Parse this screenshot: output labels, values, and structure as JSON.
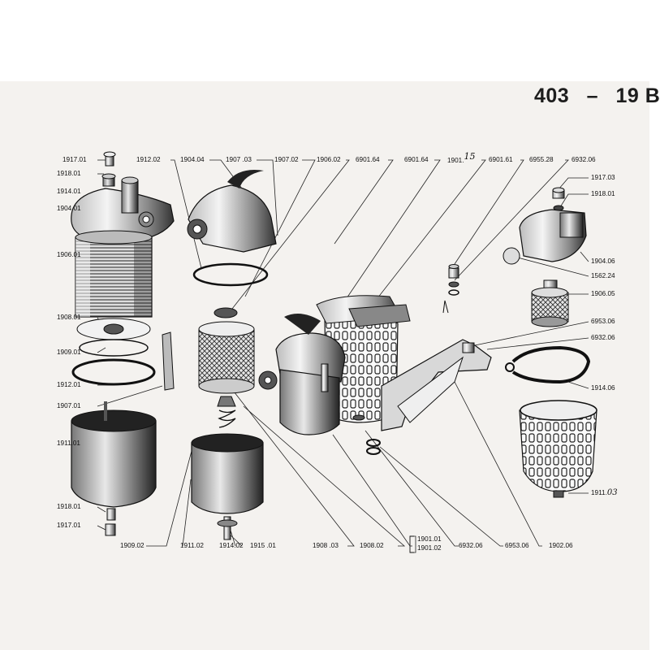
{
  "plate": {
    "model": "403",
    "separator": "–",
    "section": "19 B"
  },
  "callouts": {
    "c1917_01_top": "1917.01",
    "c1918_01_left": "1918.01",
    "c1914_01": "1914.01",
    "c1904_01": "1904.01",
    "c1906_01": "1906.01",
    "c1908_01": "1908.01",
    "c1909_01": "1909.01",
    "c1912_01": "1912.01",
    "c1907_01": "1907.01",
    "c1911_01": "1911.01",
    "c1918_01_bottom": "1918.01",
    "c1917_01_bottom": "1917.01",
    "c1912_02": "1912.02",
    "c1904_04": "1904.04",
    "c1907_03_top": "1907 .03",
    "c1907_02": "1907.02",
    "c1906_02": "1906.02",
    "c6901_64_a": "6901.64",
    "c6901_64_b": "6901.64",
    "c1901_top": "1901.",
    "c1901_top_hand": "15",
    "c6901_61": "6901.61",
    "c6955_28": "6955.28",
    "c6932_06_top": "6932.06",
    "c1917_03": "1917.03",
    "c1918_01_right": "1918.01",
    "c1904_06": "1904.06",
    "c1562_24": "1562.24",
    "c1906_05": "1906.05",
    "c6953_06_right": "6953.06",
    "c6932_06_right": "6932.06",
    "c1914_06": "1914.06",
    "c1911_right": "1911.",
    "c1911_right_hand": "03",
    "c1909_02": "1909.02",
    "c1911_02": "1911.02",
    "c1914_02": "1914.02",
    "c1915_01": "1915 .01",
    "c1908_03": "1908 .03",
    "c1908_02": "1908.02",
    "c1901_01": "1901.01",
    "c1901_02": "1901.02",
    "c6932_06_bottom": "6932.06",
    "c6953_06_bottom": "6953.06",
    "c1902_06": "1902.06"
  }
}
